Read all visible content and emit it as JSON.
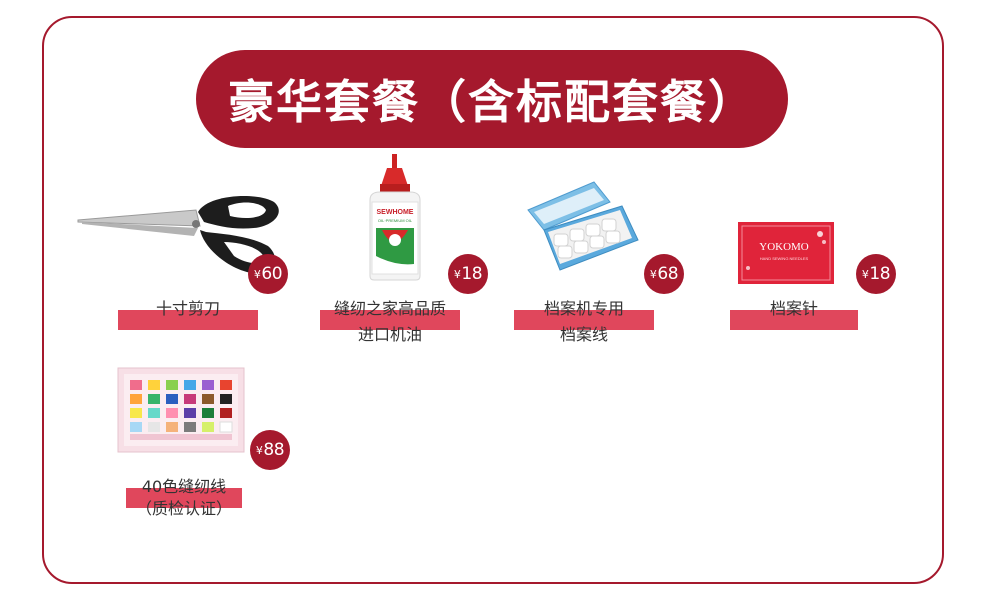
{
  "title": "豪华套餐（含标配套餐）",
  "colors": {
    "accent": "#a5192d",
    "label_bar": "#e0475c"
  },
  "items": [
    {
      "name": "十寸剪刀",
      "name2": "",
      "currency": "¥",
      "price": "60",
      "icon": "scissors-icon"
    },
    {
      "name": "缝纫之家高品质",
      "name2": "进口机油",
      "currency": "¥",
      "price": "18",
      "icon": "oil-bottle-icon",
      "bottle_brand": "SEWHOME",
      "bottle_sub": "OIL·PREMIUM OIL"
    },
    {
      "name": "档案机专用",
      "name2": "档案线",
      "currency": "¥",
      "price": "68",
      "icon": "thread-box-icon"
    },
    {
      "name": "档案针",
      "name2": "",
      "currency": "¥",
      "price": "18",
      "icon": "needle-pack-icon",
      "pack_brand": "YOKOMO",
      "pack_sub": "HAND SEWING NEEDLES"
    },
    {
      "name": "40色缝纫线",
      "name2": "（质检认证）",
      "currency": "¥",
      "price": "88",
      "icon": "thread-set-icon"
    }
  ]
}
